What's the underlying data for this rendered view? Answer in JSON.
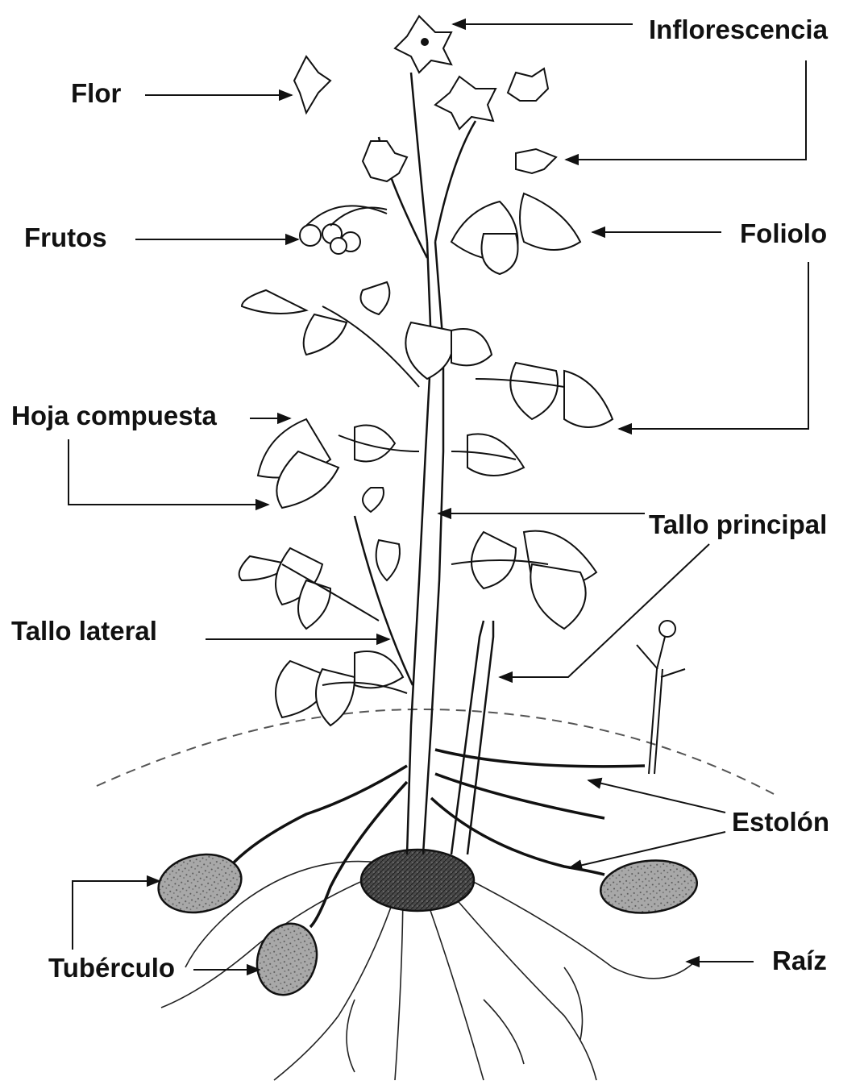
{
  "labels": {
    "inflorescencia": "Inflorescencia",
    "flor": "Flor",
    "frutos": "Frutos",
    "foliolo": "Foliolo",
    "hoja_compuesta": "Hoja compuesta",
    "tallo_principal": "Tallo principal",
    "tallo_lateral": "Tallo lateral",
    "estolon": "Estolón",
    "tuberculo": "Tubérculo",
    "raiz": "Raíz"
  },
  "colors": {
    "ink": "#111111",
    "tuber_fill": "#9a9a9a",
    "seed_tuber_fill": "#555555",
    "background": "#ffffff"
  }
}
